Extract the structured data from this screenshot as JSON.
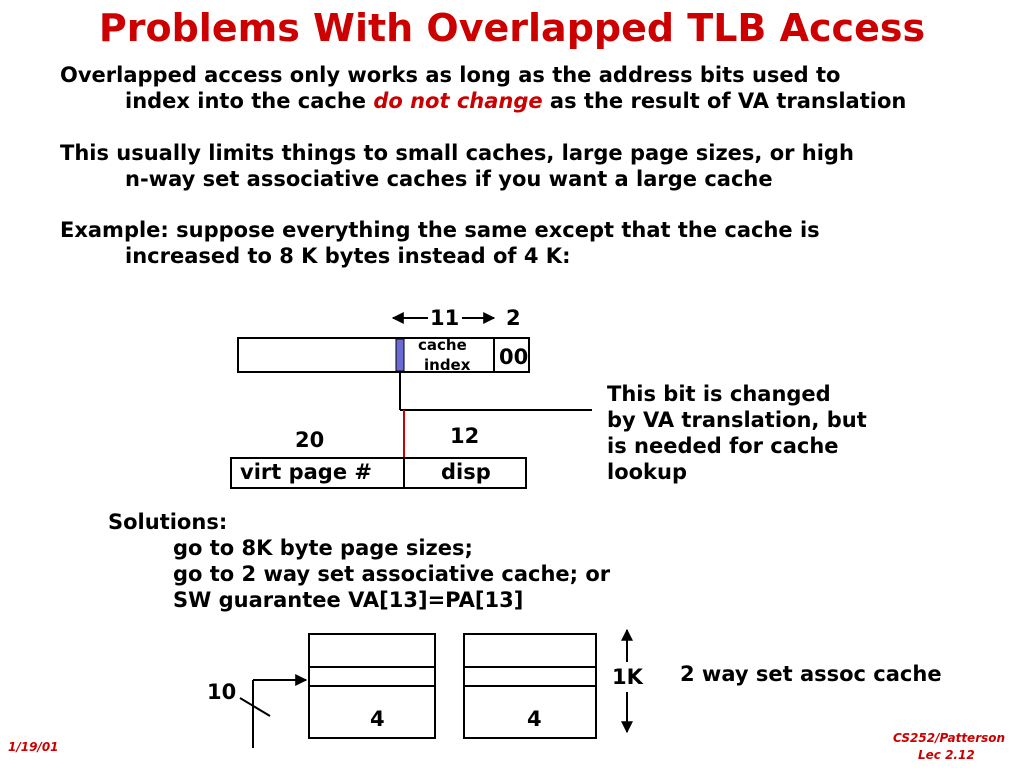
{
  "title": "Problems With Overlapped TLB Access",
  "para1": {
    "line1": "Overlapped access only works as long as the address bits used to",
    "line2_pre": "index into the cache ",
    "line2_highlight": "do not change",
    "line2_post": " as the result of VA translation"
  },
  "para2": {
    "line1": "This usually limits things to small caches, large page sizes, or high",
    "line2": "n-way set associative caches if you want a large cache"
  },
  "para3": {
    "line1": "Example:  suppose everything the same except that the cache is",
    "line2": "increased to 8 K bytes instead of 4 K:"
  },
  "diagram1": {
    "bits_11": "11",
    "bits_2": "2",
    "cache_label": "cache",
    "index_label": "index",
    "offset_value": "00",
    "bits_20": "20",
    "bits_12": "12",
    "virt_page": "virt page #",
    "disp": "disp",
    "note": [
      "This bit is changed",
      "by VA translation, but",
      "is needed for cache",
      "lookup"
    ]
  },
  "solutions": {
    "heading": "Solutions:",
    "items": [
      "go to 8K byte page sizes;",
      "go to 2 way set associative cache; or",
      "SW guarantee VA[13]=PA[13]"
    ]
  },
  "diagram2": {
    "label_10": "10",
    "label_4a": "4",
    "label_4b": "4",
    "label_1k": "1K",
    "caption": "2 way set assoc cache"
  },
  "footer": {
    "date": "1/19/01",
    "course": "CS252/Patterson",
    "lecture": "Lec 2.12"
  },
  "colors": {
    "title": "#cc0000",
    "highlight": "#cc0000",
    "index_bit": "#6b6bd6",
    "pointer": "#cc0000"
  }
}
